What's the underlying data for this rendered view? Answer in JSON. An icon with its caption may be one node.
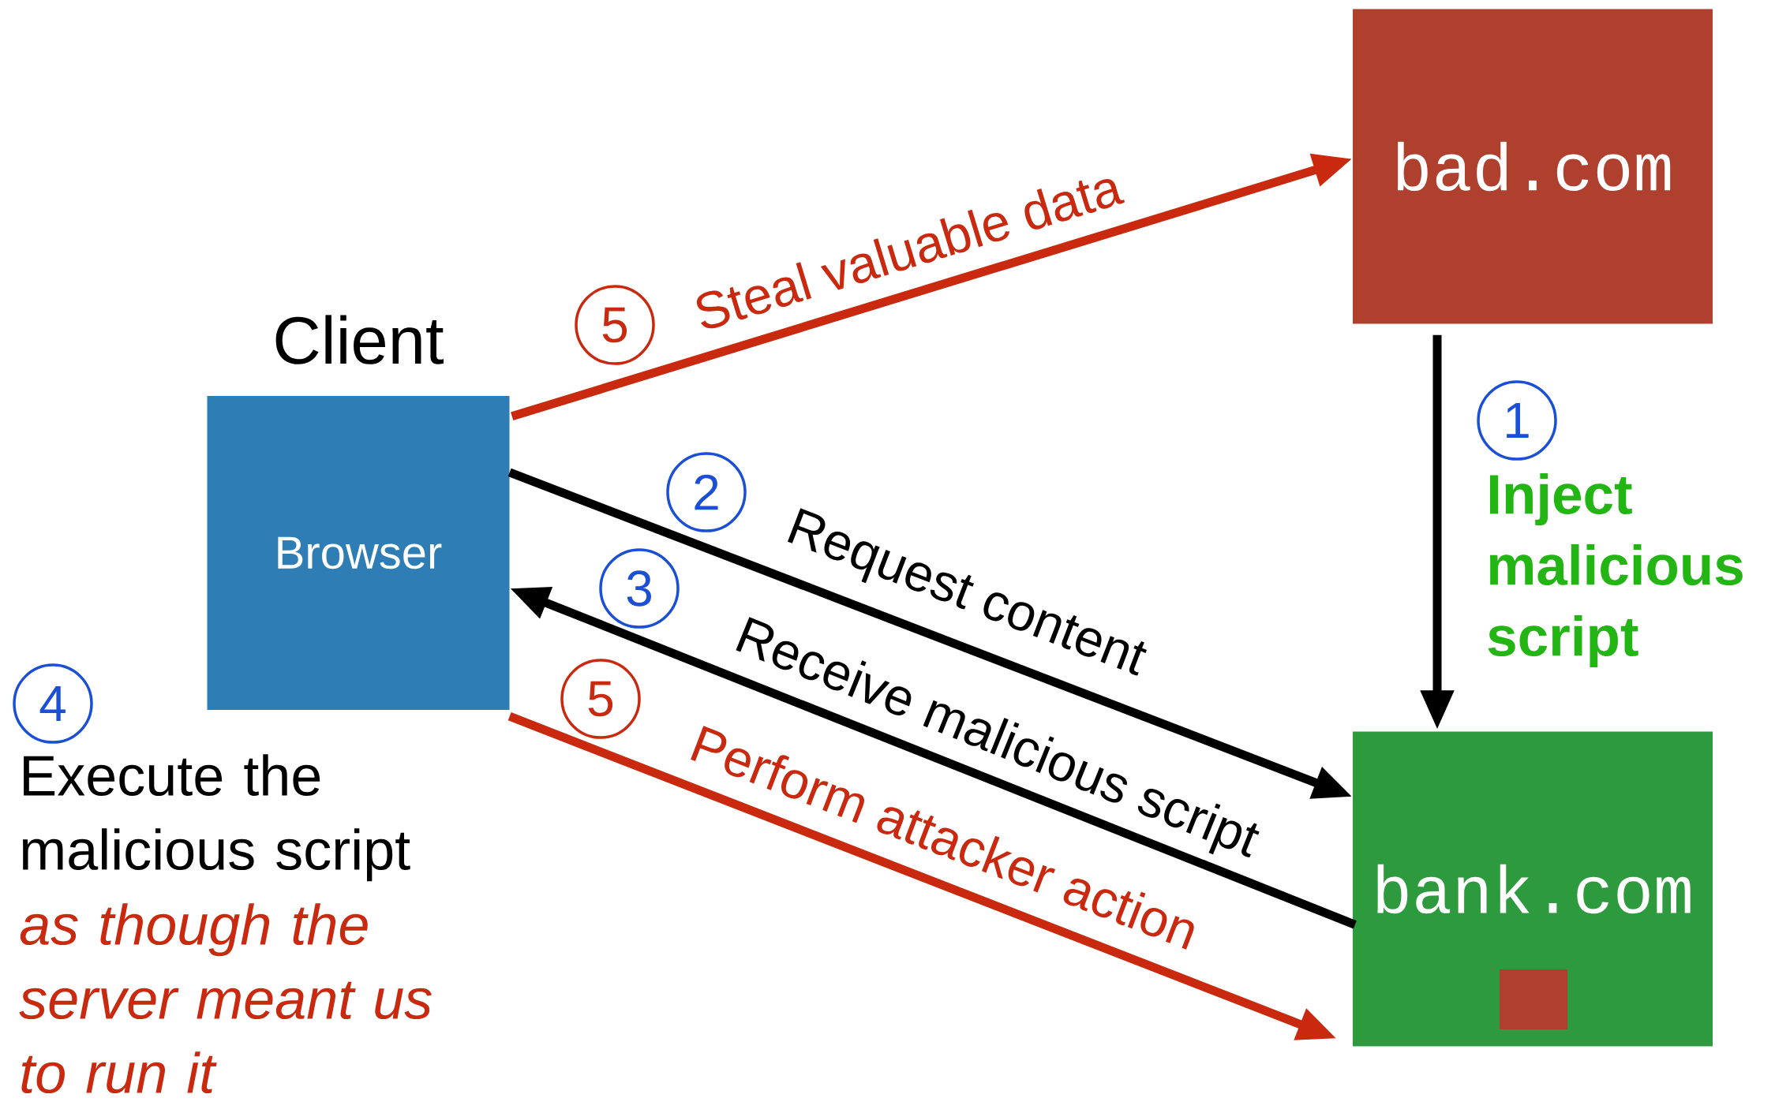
{
  "diagram": {
    "nodes": [
      {
        "text": [
          "Client",
          "Browser"
        ]
      },
      {
        "text": [
          "bad.com"
        ]
      },
      {
        "text": [
          "bank.com"
        ]
      },
      {
        "text": [],
        "shape": "box",
        "in": 2
      }
    ],
    "edges": [
      {
        "from": 0,
        "to": 1,
        "arrow": "to",
        "label": "Steal valuable data",
        "color": "#c8290f"
      },
      {
        "from": 0,
        "to": 2,
        "arrow": "to",
        "label": "Request content"
      },
      {
        "from": 2,
        "to": 0,
        "arrow": "to",
        "label": "Receive malicious script"
      },
      {
        "from": 0,
        "to": 2,
        "arrow": "to",
        "label": "Perform attacker action",
        "color": "#c8290f"
      },
      {
        "from": 1,
        "to": 2,
        "arrow": "to",
        "label": "Inject malicious script"
      }
    ],
    "labels": [
      "5",
      "1",
      "2",
      "3",
      "4",
      "5",
      "Execute the malicious script",
      "as though the server meant us to run it"
    ]
  }
}
